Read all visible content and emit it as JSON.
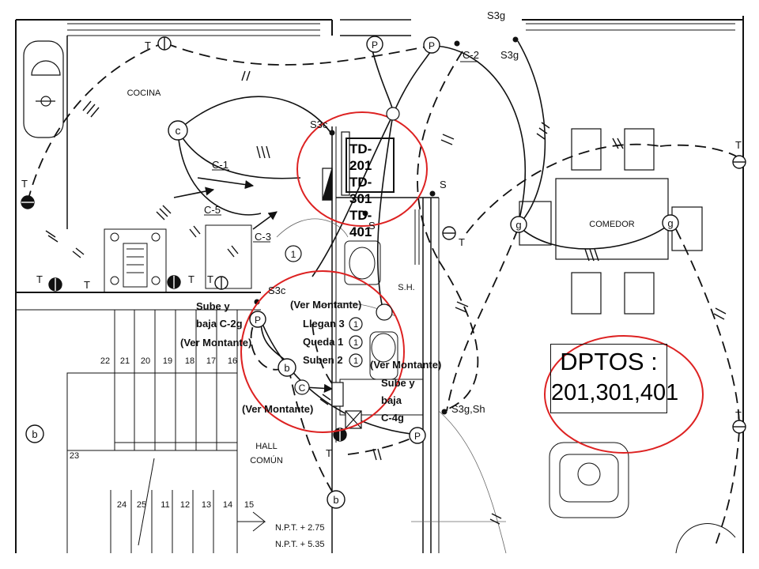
{
  "rooms": {
    "kitchen": "COCINA",
    "dining": "COMEDOR",
    "bathroom": "S.H.",
    "hall_line1": "HALL",
    "hall_line2": "COMÚN"
  },
  "board_labels": [
    "TD-201",
    "TD-301",
    "TD-401"
  ],
  "departments": {
    "line1": "DPTOS :",
    "line2": "201,301,401"
  },
  "circuits": {
    "c1": "C-1",
    "c2": "C-2",
    "c3": "C-3",
    "c5": "C-5"
  },
  "riser_notes": {
    "ver_montante": "(Ver Montante)",
    "llegan": "Llegan 3",
    "queda": "Queda 1",
    "suben": "Suben 2",
    "sube_y": "Sube y",
    "baja_c2g": "baja C-2g",
    "baja": "baja",
    "c4g": "C-4g"
  },
  "stair_numbers": {
    "upper": [
      "22",
      "21",
      "20",
      "19",
      "18",
      "17",
      "16"
    ],
    "mid": "23",
    "lower": [
      "24",
      "25",
      "11",
      "12",
      "13",
      "14",
      "15"
    ]
  },
  "levels": [
    "N.P.T. + 2.75",
    "N.P.T. + 5.35"
  ],
  "symbols": {
    "outlet": "T",
    "switch": "S",
    "switch_3c": "S3c",
    "switch_3g": "S3g",
    "switch_3g_sh": "S3g,Sh",
    "light_c": "c",
    "light_b": "b",
    "light_g": "g",
    "light_p": "P",
    "count_1": "1",
    "circled_c": "C"
  },
  "annotation_color": "#dd2222"
}
